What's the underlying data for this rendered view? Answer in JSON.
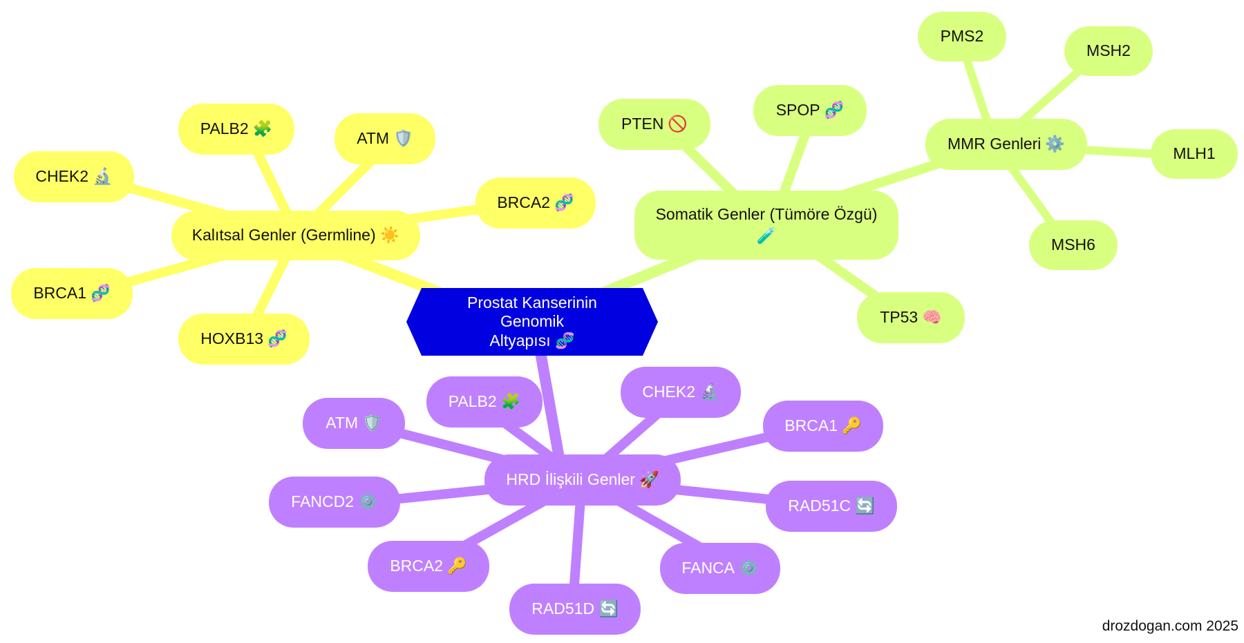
{
  "colors": {
    "root": "#0000e0",
    "germline": "#ffff66",
    "somatic": "#d9ff80",
    "hrd": "#bf80ff"
  },
  "root": {
    "line1": "Prostat Kanserinin Genomik",
    "line2": "Altyapısı",
    "emoji": "🧬"
  },
  "germline": {
    "label": "Kalıtsal Genler (Germline)",
    "emoji": "☀️",
    "children": [
      {
        "label": "PALB2",
        "emoji": "🧩"
      },
      {
        "label": "ATM",
        "emoji": "🛡️"
      },
      {
        "label": "CHEK2",
        "emoji": "🔬"
      },
      {
        "label": "BRCA2",
        "emoji": "🧬"
      },
      {
        "label": "BRCA1",
        "emoji": "🧬"
      },
      {
        "label": "HOXB13",
        "emoji": "🧬"
      }
    ]
  },
  "somatic": {
    "label": "Somatik Genler (Tümöre Özgü)",
    "emoji": "🧪",
    "children": [
      {
        "label": "PTEN",
        "emoji": "🚫"
      },
      {
        "label": "SPOP",
        "emoji": "🧬"
      },
      {
        "label": "TP53",
        "emoji": "🧠"
      }
    ],
    "mmr": {
      "label": "MMR Genleri",
      "emoji": "⚙️",
      "children": [
        {
          "label": "PMS2"
        },
        {
          "label": "MSH2"
        },
        {
          "label": "MLH1"
        },
        {
          "label": "MSH6"
        }
      ]
    }
  },
  "hrd": {
    "label": "HRD İlişkili Genler",
    "emoji": "🚀",
    "children": [
      {
        "label": "ATM",
        "emoji": "🛡️"
      },
      {
        "label": "PALB2",
        "emoji": "🧩"
      },
      {
        "label": "CHEK2",
        "emoji": "🔬"
      },
      {
        "label": "BRCA1",
        "emoji": "🔑"
      },
      {
        "label": "FANCD2",
        "emoji": "⚙️"
      },
      {
        "label": "RAD51C",
        "emoji": "🔄"
      },
      {
        "label": "BRCA2",
        "emoji": "🔑"
      },
      {
        "label": "RAD51D",
        "emoji": "🔄"
      },
      {
        "label": "FANCA",
        "emoji": "⚙️"
      }
    ]
  },
  "watermark": "drozdogan.com 2025"
}
